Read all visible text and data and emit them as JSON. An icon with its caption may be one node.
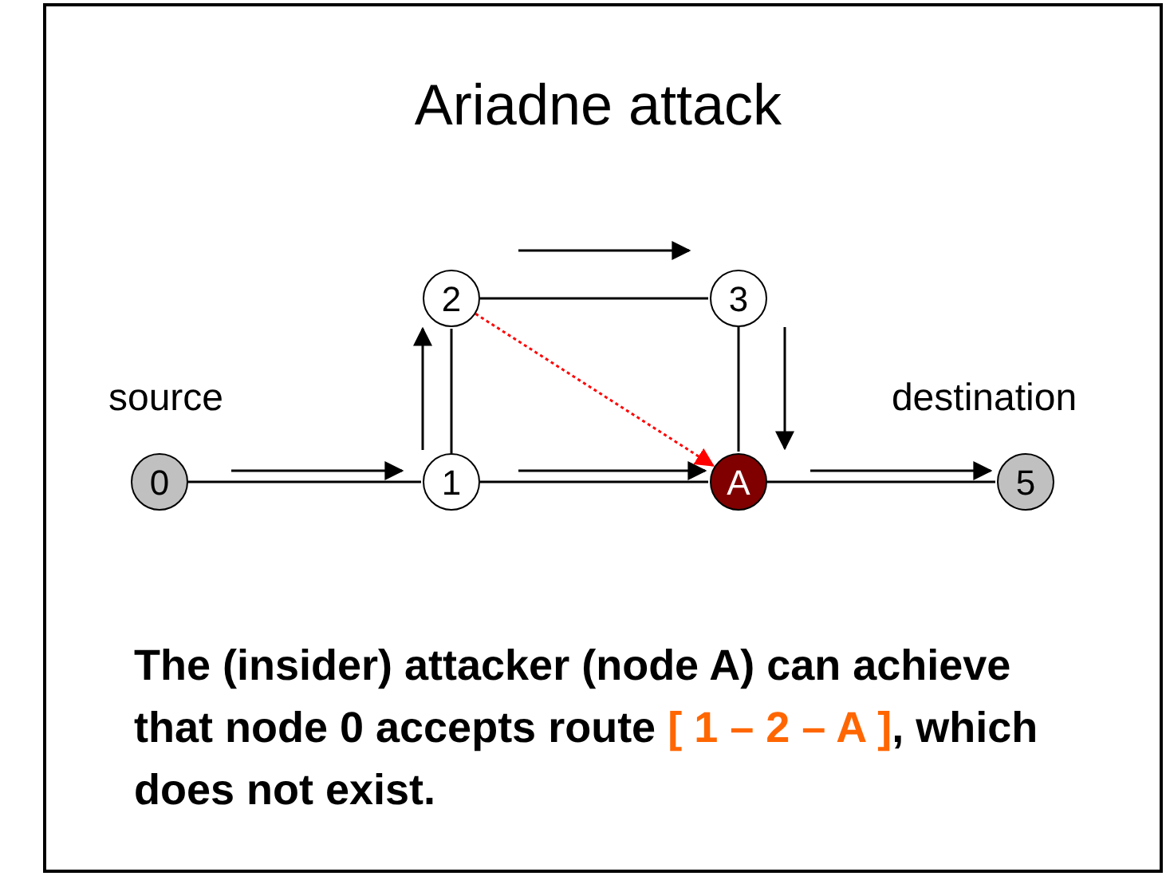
{
  "diagram": {
    "title": "Ariadne attack",
    "caption": "The (insider) attacker (node A) can achieve that node 0 accepts route *[ 1 – 2 – A ]*, which does not exist.",
    "nodes": [
      {
        "text": [
          "0"
        ],
        "beside": [
          "source"
        ]
      },
      {
        "text": [
          "1"
        ]
      },
      {
        "text": [
          "2"
        ]
      },
      {
        "text": [
          "3"
        ]
      },
      {
        "text": [
          "A"
        ]
      },
      {
        "text": [
          "5"
        ],
        "beside": [
          "destination"
        ]
      }
    ],
    "edges": [
      {
        "from": 0,
        "to": 1,
        "arrow": "none"
      },
      {
        "from": 1,
        "to": 2,
        "arrow": "none"
      },
      {
        "from": 2,
        "to": 3,
        "arrow": "none"
      },
      {
        "from": 3,
        "to": 4,
        "arrow": "none"
      },
      {
        "from": 1,
        "to": 4,
        "arrow": "none"
      },
      {
        "from": 4,
        "to": 5,
        "arrow": "none"
      },
      {
        "from": 0,
        "to": 1,
        "arrow": "to"
      },
      {
        "from": 1,
        "to": 2,
        "arrow": "to"
      },
      {
        "from": 2,
        "to": 3,
        "arrow": "to"
      },
      {
        "from": 3,
        "to": 4,
        "arrow": "to"
      },
      {
        "from": 1,
        "to": 4,
        "arrow": "to"
      },
      {
        "from": 4,
        "to": 5,
        "arrow": "to"
      },
      {
        "from": 2,
        "to": 4,
        "arrow": "to",
        "style": "dashed",
        "color": "#ff0000"
      }
    ]
  }
}
